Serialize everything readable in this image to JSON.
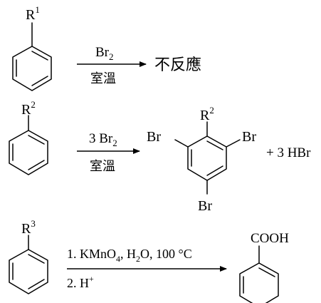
{
  "reaction1": {
    "substituent": "R",
    "substituent_index": "1",
    "reagent_base": "Br",
    "reagent_sub": "2",
    "condition": "室溫",
    "product": "不反應"
  },
  "reaction2": {
    "substituent": "R",
    "substituent_index": "2",
    "reagent_base": "3 Br",
    "reagent_sub": "2",
    "condition": "室溫",
    "product_substituent": "R",
    "product_substituent_index": "2",
    "br_left": "Br",
    "br_right": "Br",
    "br_bottom": "Br",
    "byproduct": "+ 3 HBr"
  },
  "reaction3": {
    "substituent": "R",
    "substituent_index": "3",
    "step1_a": "1. KMnO",
    "step1_sub1": "4",
    "step1_b": ", H",
    "step1_sub2": "2",
    "step1_c": "O, 100 °C",
    "step2_base": "2. H",
    "step2_sup": "+",
    "product_group": "COOH"
  }
}
